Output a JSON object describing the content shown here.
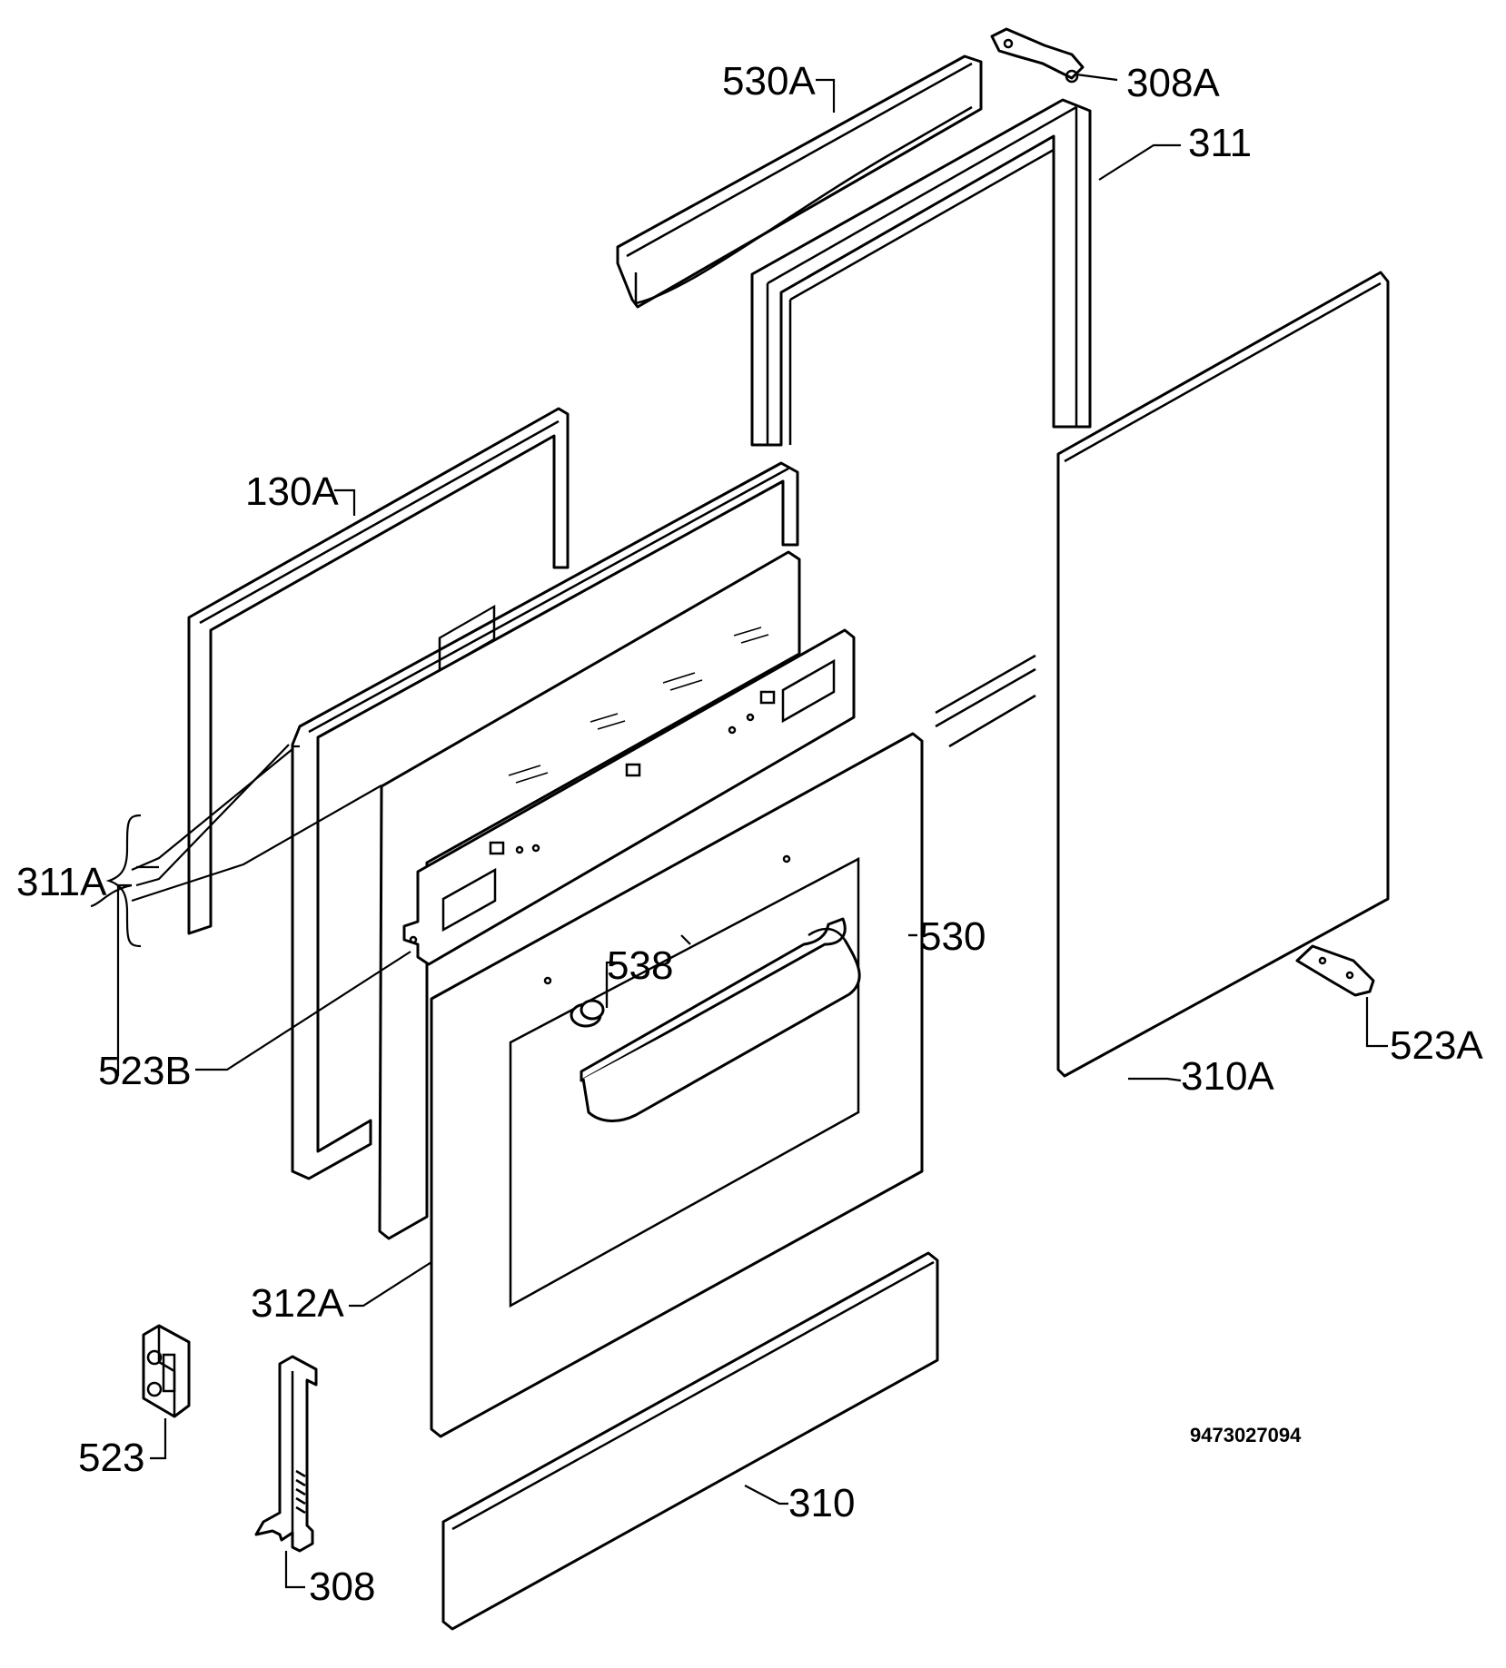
{
  "labels": {
    "p530A": "530A",
    "p308A": "308A",
    "p311": "311",
    "p130A": "130A",
    "p311A": "311A",
    "p523B": "523B",
    "p538": "538",
    "p530": "530",
    "p310A": "310A",
    "p523A": "523A",
    "p312A": "312A",
    "p523": "523",
    "p308": "308",
    "p310": "310"
  },
  "drawing_number": "9473027094"
}
